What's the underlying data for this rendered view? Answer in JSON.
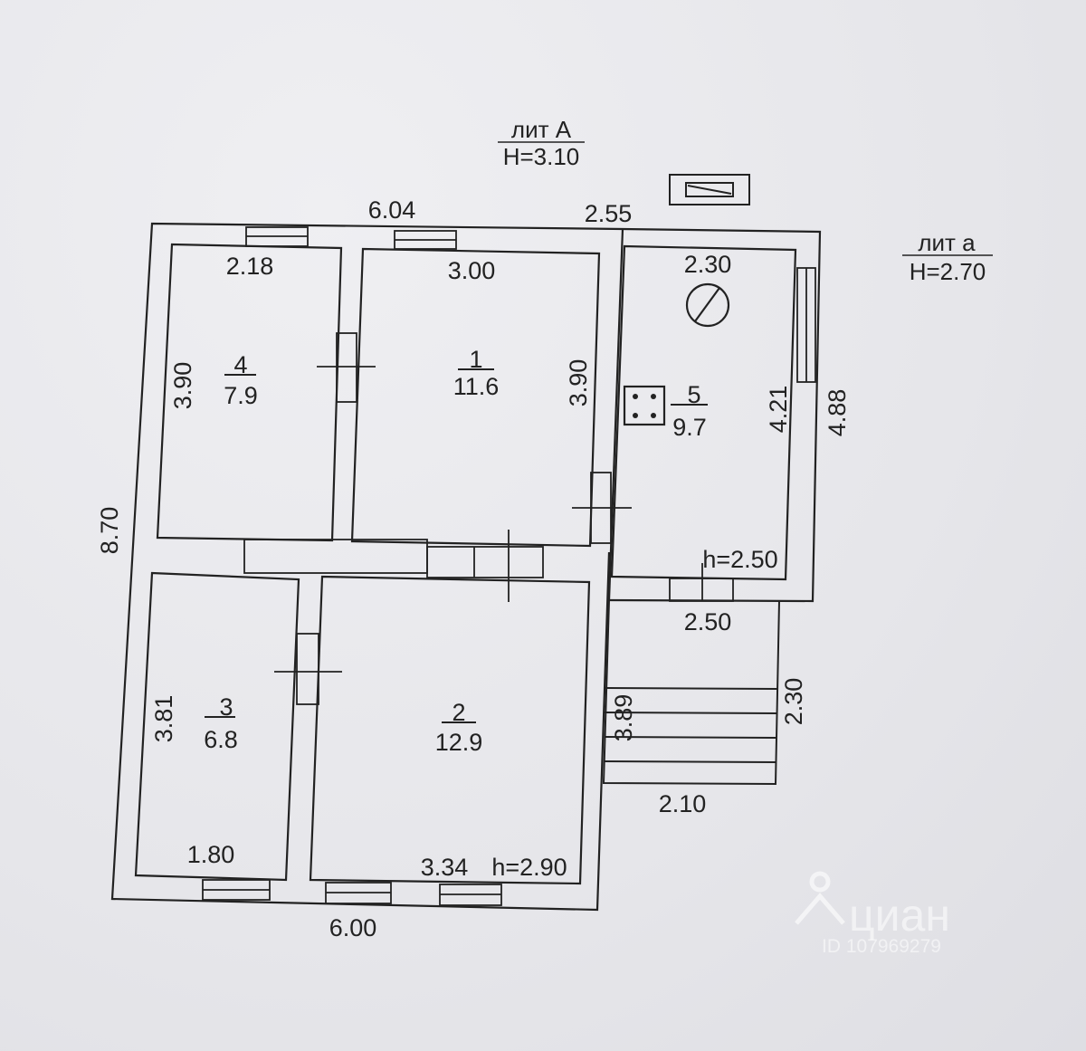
{
  "header": {
    "lit_main": "лит А",
    "height_main": "Н=3.10",
    "lit_annex": "лит а",
    "height_annex": "Н=2.70"
  },
  "rooms": [
    {
      "number": "4",
      "area": "7.9"
    },
    {
      "number": "1",
      "area": "11.6"
    },
    {
      "number": "5",
      "area": "9.7"
    },
    {
      "number": "3",
      "area": "6.8"
    },
    {
      "number": "2",
      "area": "12.9"
    }
  ],
  "dimensions": {
    "top_total": "6.04",
    "top_annex": "2.55",
    "room4_width": "2.18",
    "room1_width": "3.00",
    "room5_width": "2.30",
    "room4_depth": "3.90",
    "room1_depth": "3.90",
    "room5_depth_inner": "4.21",
    "annex_depth_outer": "4.88",
    "left_total": "8.70",
    "room5_ceiling": "h=2.50",
    "annex_bottom": "2.50",
    "porch_depth": "3.89",
    "porch_side": "2.30",
    "porch_width": "2.10",
    "room3_depth": "3.81",
    "room3_width": "1.80",
    "room2_width": "3.34",
    "room2_ceiling": "h=2.90",
    "bottom_total": "6.00"
  },
  "watermark": {
    "brand": "циан",
    "id_text": "ID 107969279"
  },
  "colors": {
    "line": "#222222",
    "paper": "#e9e9ec"
  }
}
